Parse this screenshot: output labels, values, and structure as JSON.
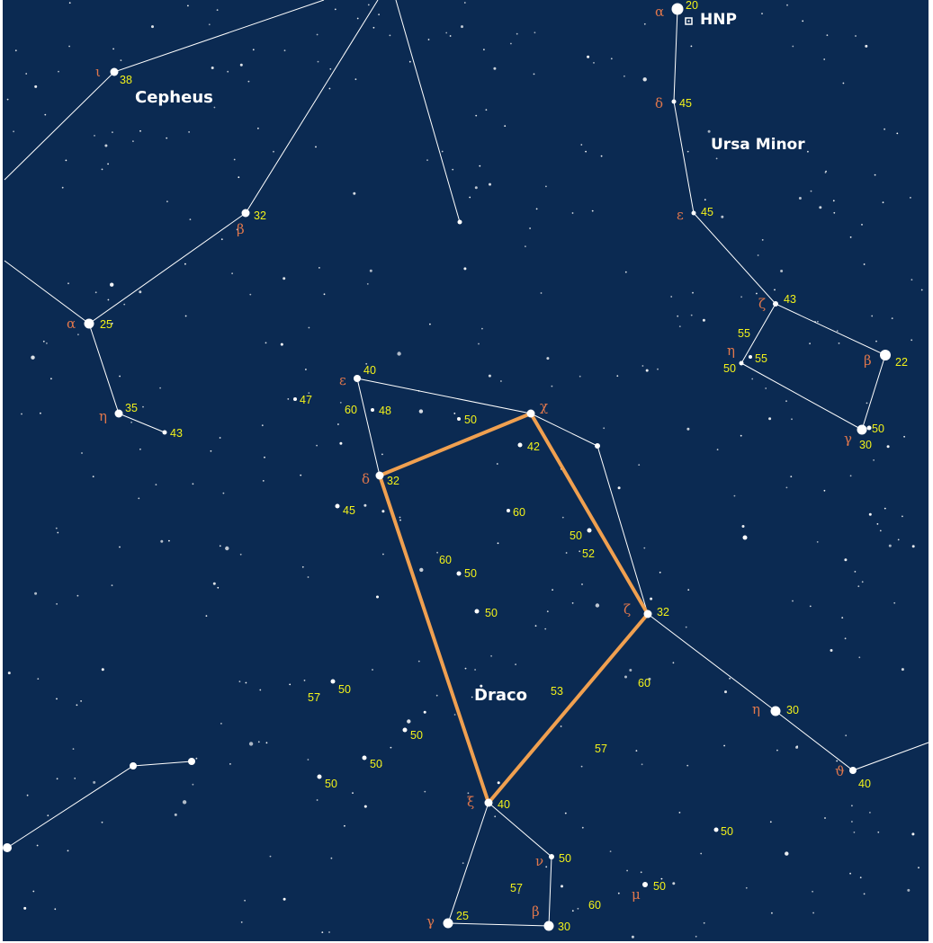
{
  "colors": {
    "sky": "#0b2a52",
    "constellation_line": "#ffffff",
    "asterism_line": "#f0a050",
    "star": "#ffffff",
    "greek_label": "#e0774c",
    "magnitude_label": "#f2f21a",
    "constellation_label": "#ffffff"
  },
  "constellations": [
    {
      "name": "Cepheus"
    },
    {
      "name": "Ursa Minor"
    },
    {
      "name": "Draco"
    }
  ],
  "pole_marker": {
    "label": "HNP"
  },
  "greek_labels": [
    "ι",
    "β",
    "α",
    "η",
    "α",
    "δ",
    "ε",
    "ζ",
    "η",
    "β",
    "γ",
    "ε",
    "χ",
    "δ",
    "ζ",
    "η",
    "ϑ",
    "ξ",
    "ν",
    "γ",
    "β",
    "μ"
  ],
  "magnitude_labels": [
    "38",
    "32",
    "25",
    "35",
    "43",
    "20",
    "45",
    "45",
    "43",
    "55",
    "55",
    "50",
    "22",
    "50",
    "30",
    "40",
    "47",
    "60",
    "48",
    "50",
    "42",
    "32",
    "45",
    "60",
    "50",
    "52",
    "60",
    "50",
    "50",
    "32",
    "60",
    "53",
    "57",
    "50",
    "57",
    "50",
    "50",
    "50",
    "50",
    "30",
    "40",
    "40",
    "50",
    "57",
    "60",
    "50",
    "25",
    "30"
  ]
}
